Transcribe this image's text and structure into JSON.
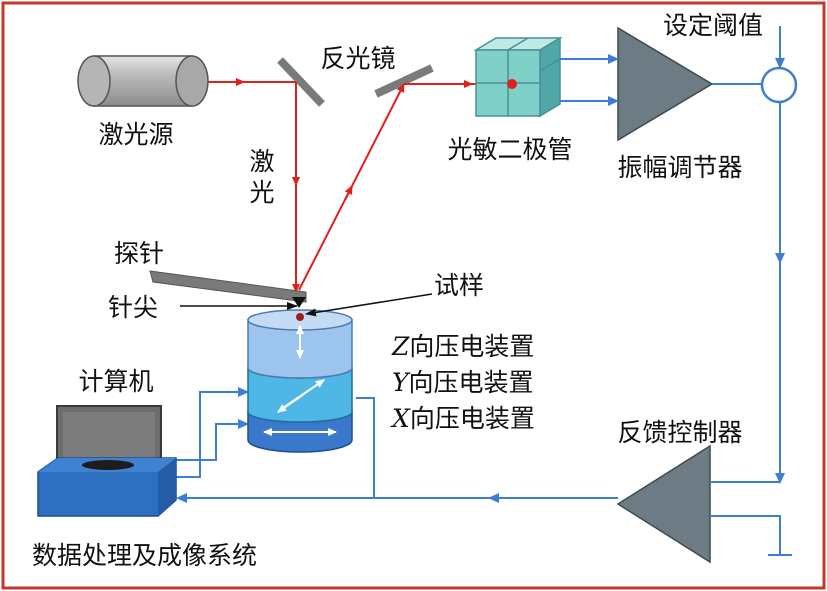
{
  "labels": {
    "laser_source": "激光源",
    "mirror": "反光镜",
    "photodiode": "光敏二极管",
    "set_threshold": "设定阈值",
    "amplitude_regulator": "振幅调节器",
    "laser_char1": "激",
    "laser_char2": "光",
    "probe": "探针",
    "tip": "针尖",
    "sample": "试样",
    "z_axis": "Z",
    "y_axis": "Y",
    "x_axis": "X",
    "piezo_device": "向压电装置",
    "computer": "计算机",
    "feedback_controller": "反馈控制器",
    "data_system": "数据处理及成像系统"
  },
  "colors": {
    "frame": "#c0392b",
    "laser_beam": "#e0201b",
    "signal_line": "#3c7fd0",
    "amplifier": "#6c7b84",
    "cylinder_top": "#9cc4ec",
    "cylinder_mid": "#4fb7e6",
    "cylinder_bottom": "#3a78cc",
    "computer_base": "#2d6fc0",
    "monitor": "#6d6d6d",
    "photodiode": "#7fd1c8"
  }
}
